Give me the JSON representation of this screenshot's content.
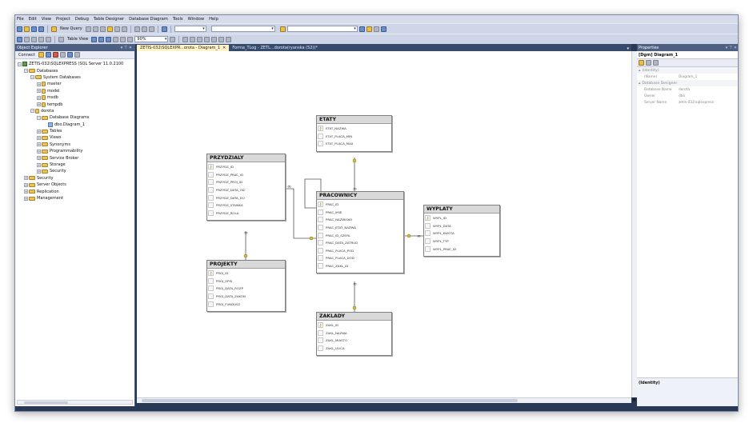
{
  "menu": [
    "File",
    "Edit",
    "View",
    "Project",
    "Debug",
    "Table Designer",
    "Database Diagram",
    "Tools",
    "Window",
    "Help"
  ],
  "toolbar": {
    "new_query": "New Query",
    "table_view": "Table View",
    "zoom": "90%"
  },
  "object_explorer": {
    "title": "Object Explorer",
    "connect": "Connect",
    "tree": [
      {
        "level": 0,
        "exp": "−",
        "icon": "server",
        "label": "ZETIS-032\\SQLEXPRESS (SQL Server 11.0.2100"
      },
      {
        "level": 1,
        "exp": "−",
        "icon": "folder",
        "label": "Databases"
      },
      {
        "level": 2,
        "exp": "−",
        "icon": "folder",
        "label": "System Databases"
      },
      {
        "level": 3,
        "exp": "+",
        "icon": "db",
        "label": "master"
      },
      {
        "level": 3,
        "exp": "+",
        "icon": "db",
        "label": "model"
      },
      {
        "level": 3,
        "exp": "+",
        "icon": "db",
        "label": "msdb"
      },
      {
        "level": 3,
        "exp": "+",
        "icon": "db",
        "label": "tempdb"
      },
      {
        "level": 2,
        "exp": "−",
        "icon": "db",
        "label": "dorota"
      },
      {
        "level": 3,
        "exp": "−",
        "icon": "folder",
        "label": "Database Diagrams"
      },
      {
        "level": 4,
        "exp": "",
        "icon": "diagram",
        "label": "dbo.Diagram_1"
      },
      {
        "level": 3,
        "exp": "+",
        "icon": "folder",
        "label": "Tables"
      },
      {
        "level": 3,
        "exp": "+",
        "icon": "folder",
        "label": "Views"
      },
      {
        "level": 3,
        "exp": "+",
        "icon": "folder",
        "label": "Synonyms"
      },
      {
        "level": 3,
        "exp": "+",
        "icon": "folder",
        "label": "Programmability"
      },
      {
        "level": 3,
        "exp": "+",
        "icon": "folder",
        "label": "Service Broker"
      },
      {
        "level": 3,
        "exp": "+",
        "icon": "folder",
        "label": "Storage"
      },
      {
        "level": 3,
        "exp": "+",
        "icon": "folder",
        "label": "Security"
      },
      {
        "level": 1,
        "exp": "+",
        "icon": "folder",
        "label": "Security"
      },
      {
        "level": 1,
        "exp": "+",
        "icon": "folder",
        "label": "Server Objects"
      },
      {
        "level": 1,
        "exp": "+",
        "icon": "folder",
        "label": "Replication"
      },
      {
        "level": 1,
        "exp": "+",
        "icon": "folder",
        "label": "Management"
      }
    ]
  },
  "tabs": [
    {
      "label": "ZETIS-032\\SQLEXPR...orota - Diagram_1",
      "active": true
    },
    {
      "label": "Forma_TLog - ZETL...dorota(ryanska (52))*",
      "active": false
    }
  ],
  "diagram": {
    "tables": [
      {
        "id": "etaty",
        "name": "ETATY",
        "cols": [
          "ETAT_NAZWA",
          "ETAT_PLACA_MIN",
          "ETAT_PLACA_MAX"
        ],
        "pk": [
          0
        ]
      },
      {
        "id": "przydzialy",
        "name": "PRZYDZIALY",
        "cols": [
          "PRZYDZ_ID",
          "PRZYDZ_PRAC_ID",
          "PRZYDZ_PROJ_ID",
          "PRZYDZ_DATA_OD",
          "PRZYDZ_DATA_DO",
          "PRZYDZ_STAWKA",
          "PRZYDZ_ROLA"
        ],
        "pk": [
          0
        ]
      },
      {
        "id": "pracownicy",
        "name": "PRACOWNICY",
        "cols": [
          "PRAC_ID",
          "PRAC_IMIE",
          "PRAC_NAZWISKO",
          "PRAC_ETAT_NAZWA",
          "PRAC_ID_SZEFA",
          "PRAC_DATA_ZATRUD",
          "PRAC_PLACA_POD",
          "PRAC_PLACA_DOD",
          "PRAC_ZAKL_ID"
        ],
        "pk": [
          0
        ]
      },
      {
        "id": "wyplaty",
        "name": "WYPLATY",
        "cols": [
          "WYPL_ID",
          "WYPL_DATA",
          "WYPL_KWOTA",
          "WYPL_TYP",
          "WYPL_PRAC_ID"
        ],
        "pk": [
          0
        ]
      },
      {
        "id": "projekty",
        "name": "PROJEKTY",
        "cols": [
          "PROJ_ID",
          "PROJ_OPIS",
          "PROJ_DATA_ROZP",
          "PROJ_DATA_ZAKON",
          "PROJ_FUNDUSZ"
        ],
        "pk": [
          0
        ]
      },
      {
        "id": "zaklady",
        "name": "ZAKLADY",
        "cols": [
          "ZAKL_ID",
          "ZAKL_NAZWA",
          "ZAKL_MIASTO",
          "ZAKL_ULICA"
        ],
        "pk": [
          0
        ]
      }
    ]
  },
  "properties": {
    "title": "Properties",
    "selected": "[Dgm] Diagram_1",
    "cat1": "(Identity)",
    "cat2": "Database Designer",
    "rows": [
      {
        "k": "(Name)",
        "v": "Diagram_1",
        "cat": 1
      },
      {
        "k": "Database Name",
        "v": "dorota",
        "cat": 2
      },
      {
        "k": "Owner",
        "v": "dbo",
        "cat": 2
      },
      {
        "k": "Server Name",
        "v": "zetis-032\\sqlexpress",
        "cat": 2
      }
    ],
    "desc": "(Identity)"
  }
}
